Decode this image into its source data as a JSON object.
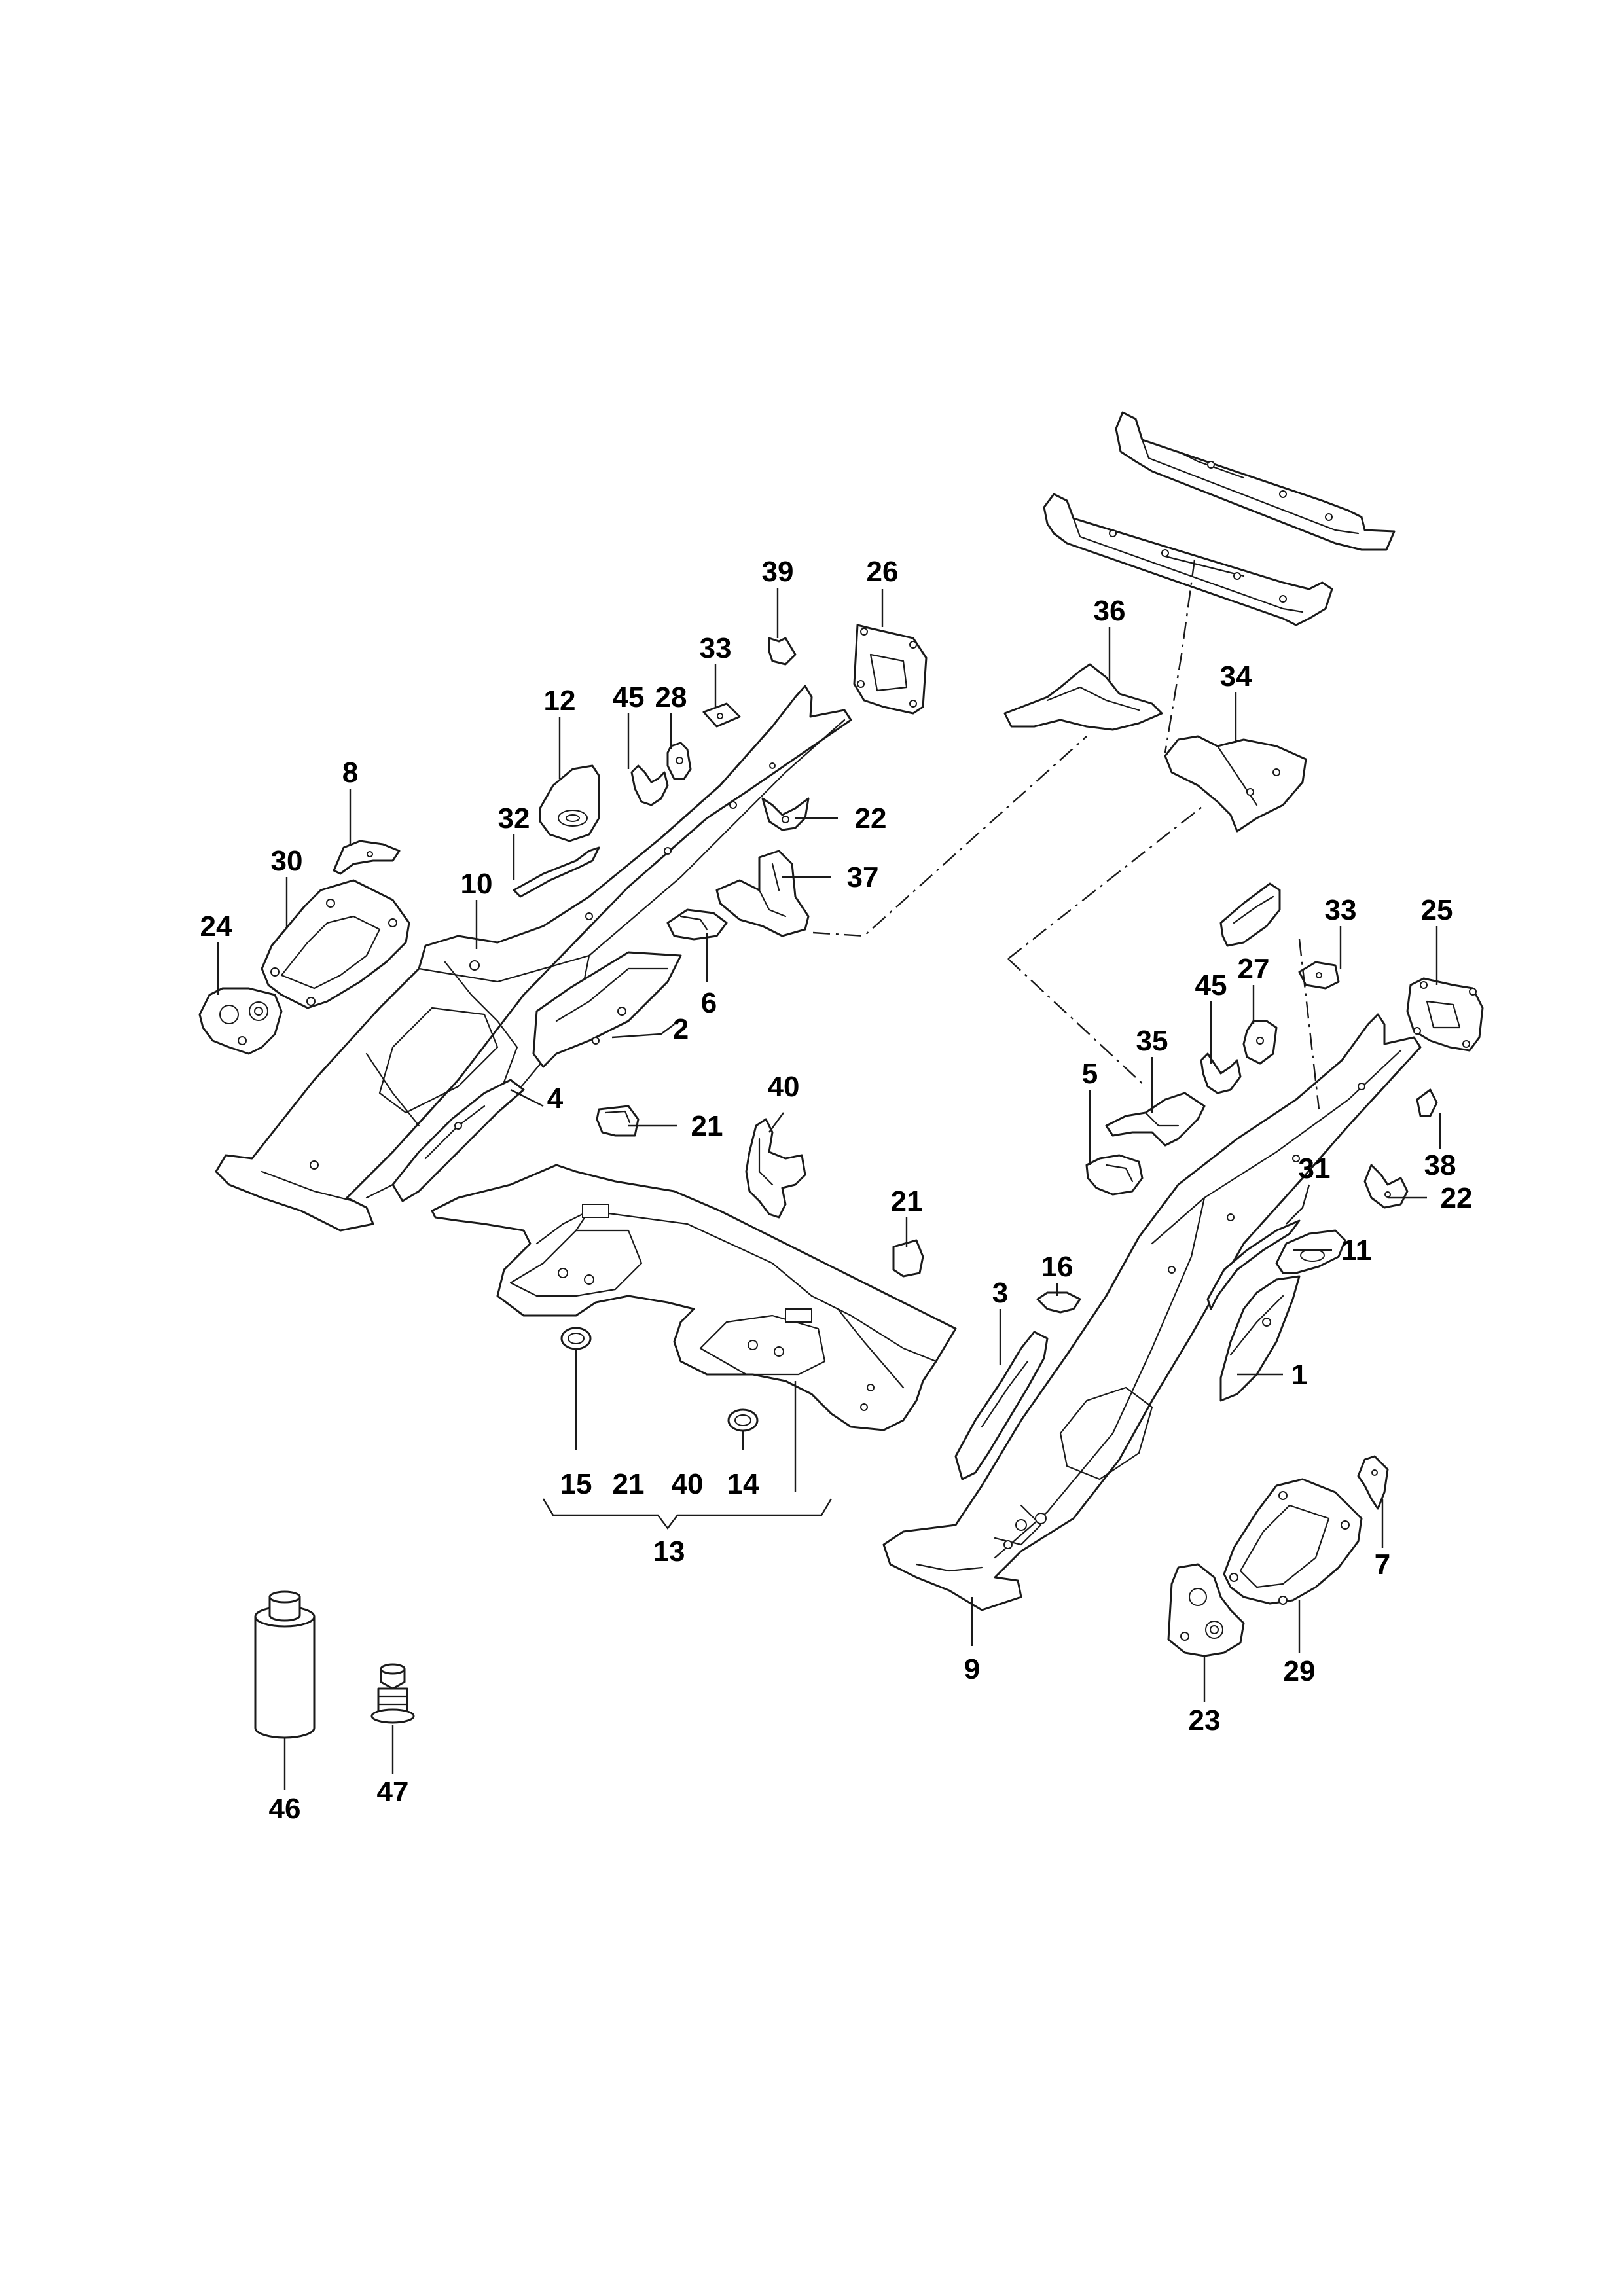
{
  "callouts": {
    "c1": "1",
    "c2": "2",
    "c3": "3",
    "c4": "4",
    "c5": "5",
    "c6": "6",
    "c7": "7",
    "c8": "8",
    "c9": "9",
    "c10": "10",
    "c11": "11",
    "c12": "12",
    "c13": "13",
    "c14": "14",
    "c15": "15",
    "c16": "16",
    "c21a": "21",
    "c21b": "21",
    "c21c": "21",
    "c22a": "22",
    "c22b": "22",
    "c23": "23",
    "c24": "24",
    "c25": "25",
    "c26": "26",
    "c27": "27",
    "c28": "28",
    "c29": "29",
    "c30": "30",
    "c31": "31",
    "c32": "32",
    "c33a": "33",
    "c33b": "33",
    "c34": "34",
    "c35": "35",
    "c36": "36",
    "c37": "37",
    "c38": "38",
    "c39": "39",
    "c40a": "40",
    "c40b": "40",
    "c45a": "45",
    "c45b": "45",
    "c46": "46",
    "c47": "47"
  }
}
